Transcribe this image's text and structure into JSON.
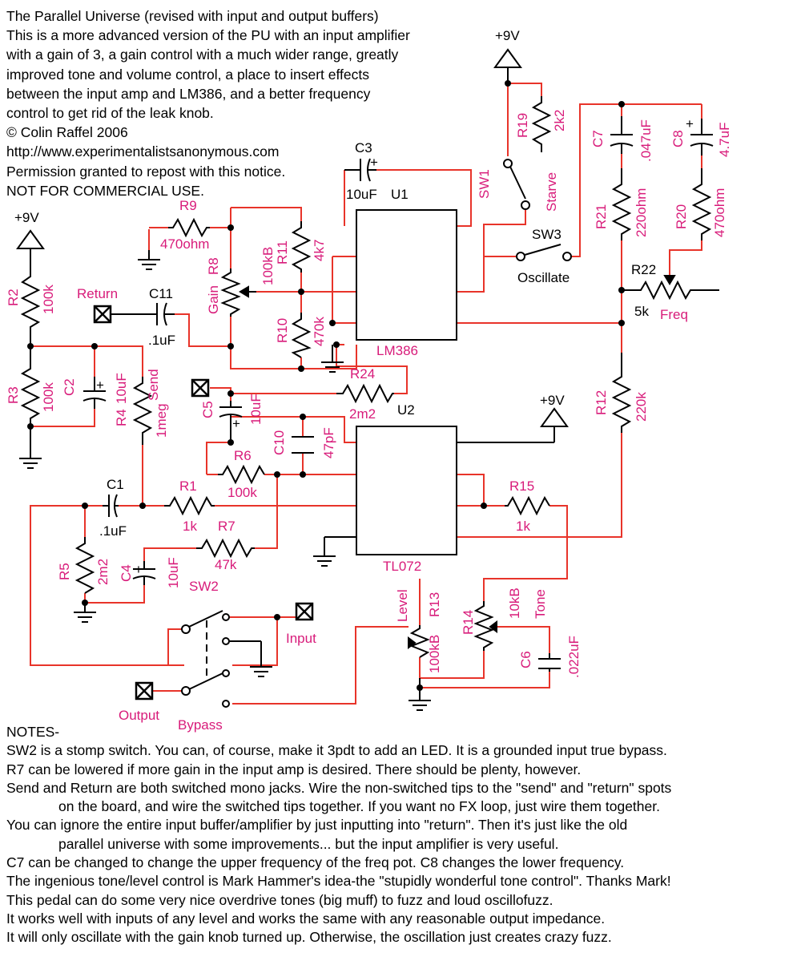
{
  "header": {
    "title": "The Parallel Universe (revised with input and output buffers)",
    "lines": [
      "This is a more advanced version of the PU with an input amplifier",
      "with a gain of 3, a gain control with a much wider range, greatly",
      "improved tone and volume control, a place to insert effects",
      "between the input amp and LM386, and a better frequency",
      "control to get rid of the leak knob."
    ],
    "copyright": "© Colin Raffel 2006",
    "url": "http://www.experimentalistsanonymous.com",
    "permission": "Permission granted to repost with this notice.",
    "noncommercial": "NOT FOR COMMERCIAL USE."
  },
  "colors": {
    "wire_red": "#e8342a",
    "label_pink": "#d81b7a",
    "ink": "#000000"
  },
  "supplies": {
    "v1": "+9V",
    "v2": "+9V",
    "v3": "+9V"
  },
  "jacks": {
    "return": "Return",
    "send": "Send",
    "input": "Input",
    "output": "Output"
  },
  "switches": {
    "sw1": "SW1",
    "sw2": "SW2",
    "sw3": "SW3",
    "starve": "Starve",
    "oscillate": "Oscillate",
    "bypass": "Bypass"
  },
  "ics": {
    "u1": "U1",
    "u1_part": "LM386",
    "u2": "U2",
    "u2_part": "TL072"
  },
  "parts": {
    "r1": {
      "ref": "R1",
      "value": "1k"
    },
    "r2": {
      "ref": "R2",
      "value": "100k"
    },
    "r3": {
      "ref": "R3",
      "value": "100k"
    },
    "r4": {
      "ref": "R4",
      "value": "1meg"
    },
    "r5": {
      "ref": "R5",
      "value": "2m2"
    },
    "r6": {
      "ref": "R6",
      "value": "100k"
    },
    "r7": {
      "ref": "R7",
      "value": "47k"
    },
    "r8": {
      "ref": "R8",
      "value": "100kB",
      "name": "Gain"
    },
    "r9": {
      "ref": "R9",
      "value": "470ohm"
    },
    "r10": {
      "ref": "R10",
      "value": "470k"
    },
    "r11": {
      "ref": "R11",
      "value": "4k7"
    },
    "r12": {
      "ref": "R12",
      "value": "220k"
    },
    "r13": {
      "ref": "R13",
      "value": "100kB",
      "name": "Level"
    },
    "r14": {
      "ref": "R14",
      "value": "10kB",
      "name": "Tone"
    },
    "r15": {
      "ref": "R15",
      "value": "1k"
    },
    "r19": {
      "ref": "R19",
      "value": "2k2"
    },
    "r20": {
      "ref": "R20",
      "value": "470ohm"
    },
    "r21": {
      "ref": "R21",
      "value": "220ohm"
    },
    "r22": {
      "ref": "R22",
      "value": "5k",
      "name": "Freq"
    },
    "r24": {
      "ref": "R24",
      "value": "2m2"
    },
    "c1": {
      "ref": "C1",
      "value": ".1uF"
    },
    "c2": {
      "ref": "C2",
      "value": "10uF"
    },
    "c3": {
      "ref": "C3",
      "value": "10uF"
    },
    "c4": {
      "ref": "C4",
      "value": "10uF"
    },
    "c5": {
      "ref": "C5",
      "value": "10uF"
    },
    "c6": {
      "ref": "C6",
      "value": ".022uF"
    },
    "c7": {
      "ref": "C7",
      "value": ".047uF"
    },
    "c8": {
      "ref": "C8",
      "value": "4.7uF"
    },
    "c10": {
      "ref": "C10",
      "value": "47pF"
    },
    "c11": {
      "ref": "C11",
      "value": ".1uF"
    }
  },
  "notes": {
    "heading": "NOTES-",
    "n1": "SW2 is a stomp switch.  You can, of course, make it 3pdt to add an LED.  It is a grounded input true bypass.",
    "n2": "R7 can be lowered if more gain in the input amp is desired.  There should be plenty, however.",
    "n3a": "Send and Return are both switched mono jacks.  Wire the non-switched tips to the \"send\" and \"return\" spots",
    "n3b": "on the board, and wire the switched tips together.  If you want no FX loop, just wire them together.",
    "n4a": "You can ignore the entire input buffer/amplifier by just inputting into \"return\".  Then it's just like the old",
    "n4b": "parallel universe with some improvements... but the input amplifier is very useful.",
    "n5": "C7 can be changed to change the upper frequency of the freq pot.  C8 changes the lower frequency.",
    "n6": "The ingenious tone/level control is Mark Hammer's idea-the \"stupidly wonderful tone control\".  Thanks Mark!",
    "n7": "This pedal can do some very nice overdrive tones (big muff) to fuzz and loud oscillofuzz.",
    "n8": "It works well with inputs of any level and works the same with any reasonable output impedance.",
    "n9": "It will only oscillate with the gain knob turned up.  Otherwise, the oscillation just creates crazy fuzz."
  }
}
